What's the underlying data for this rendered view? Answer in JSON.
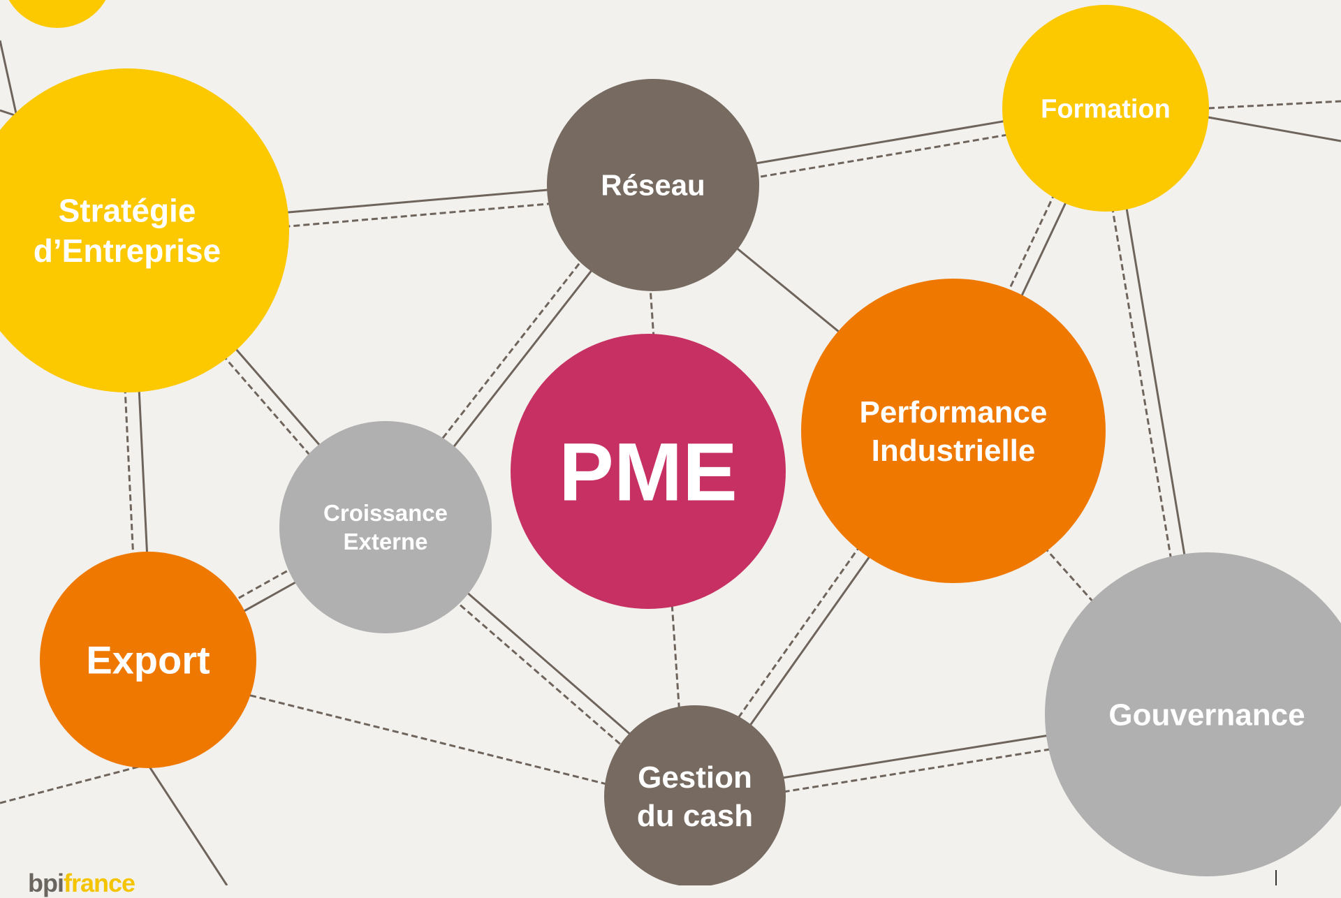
{
  "nodes": [
    {
      "id": "top-partial",
      "lines": [],
      "color": "#fcc800"
    },
    {
      "id": "strategie",
      "lines": [
        "Stratégie",
        "d’Entreprise"
      ],
      "color": "#fcc800"
    },
    {
      "id": "reseau",
      "lines": [
        "Réseau"
      ],
      "color": "#776b61"
    },
    {
      "id": "formation",
      "lines": [
        "Formation"
      ],
      "color": "#fcc800"
    },
    {
      "id": "pme",
      "lines": [
        "PME"
      ],
      "color": "#c73062",
      "text_color": "#000000"
    },
    {
      "id": "performance",
      "lines": [
        "Performance",
        "Industrielle"
      ],
      "color": "#ef7800"
    },
    {
      "id": "croissance",
      "lines": [
        "Croissance",
        "Externe"
      ],
      "color": "#b0b0b0"
    },
    {
      "id": "export",
      "lines": [
        "Export"
      ],
      "color": "#ef7800"
    },
    {
      "id": "gouvernance",
      "lines": [
        "Gouvernance"
      ],
      "color": "#b0b0b0"
    },
    {
      "id": "gestion",
      "lines": [
        "Gestion",
        "du cash"
      ],
      "color": "#776b61"
    }
  ],
  "edges": [
    {
      "from": "strategie",
      "to": "reseau",
      "style": "solid"
    },
    {
      "from": "strategie",
      "to": "reseau",
      "style": "dashed"
    },
    {
      "from": "strategie",
      "to": "croissance",
      "style": "solid"
    },
    {
      "from": "strategie",
      "to": "croissance",
      "style": "dashed"
    },
    {
      "from": "strategie",
      "to": "export",
      "style": "solid"
    },
    {
      "from": "strategie",
      "to": "export",
      "style": "dashed"
    },
    {
      "from": "reseau",
      "to": "formation",
      "style": "solid"
    },
    {
      "from": "reseau",
      "to": "formation",
      "style": "dashed"
    },
    {
      "from": "reseau",
      "to": "croissance",
      "style": "solid"
    },
    {
      "from": "reseau",
      "to": "croissance",
      "style": "dashed"
    },
    {
      "from": "reseau",
      "to": "performance",
      "style": "solid"
    },
    {
      "from": "reseau",
      "to": "gestion",
      "style": "dashed"
    },
    {
      "from": "formation",
      "to": "performance",
      "style": "solid"
    },
    {
      "from": "formation",
      "to": "performance",
      "style": "dashed"
    },
    {
      "from": "formation",
      "to": "gouvernance",
      "style": "solid"
    },
    {
      "from": "formation",
      "to": "gouvernance",
      "style": "dashed"
    },
    {
      "from": "performance",
      "to": "gestion",
      "style": "solid"
    },
    {
      "from": "performance",
      "to": "gestion",
      "style": "dashed"
    },
    {
      "from": "performance",
      "to": "gouvernance",
      "style": "dashed"
    },
    {
      "from": "croissance",
      "to": "export",
      "style": "solid"
    },
    {
      "from": "croissance",
      "to": "export",
      "style": "dashed"
    },
    {
      "from": "croissance",
      "to": "gestion",
      "style": "solid"
    },
    {
      "from": "croissance",
      "to": "gestion",
      "style": "dashed"
    },
    {
      "from": "export",
      "to": "gestion",
      "style": "dashed"
    },
    {
      "from": "gestion",
      "to": "gouvernance",
      "style": "solid"
    },
    {
      "from": "gestion",
      "to": "gouvernance",
      "style": "dashed"
    }
  ],
  "logo": {
    "bpi": "bpi",
    "france": "france"
  },
  "colors": {
    "line": "#6e645b",
    "background": "#f2f1ee"
  }
}
